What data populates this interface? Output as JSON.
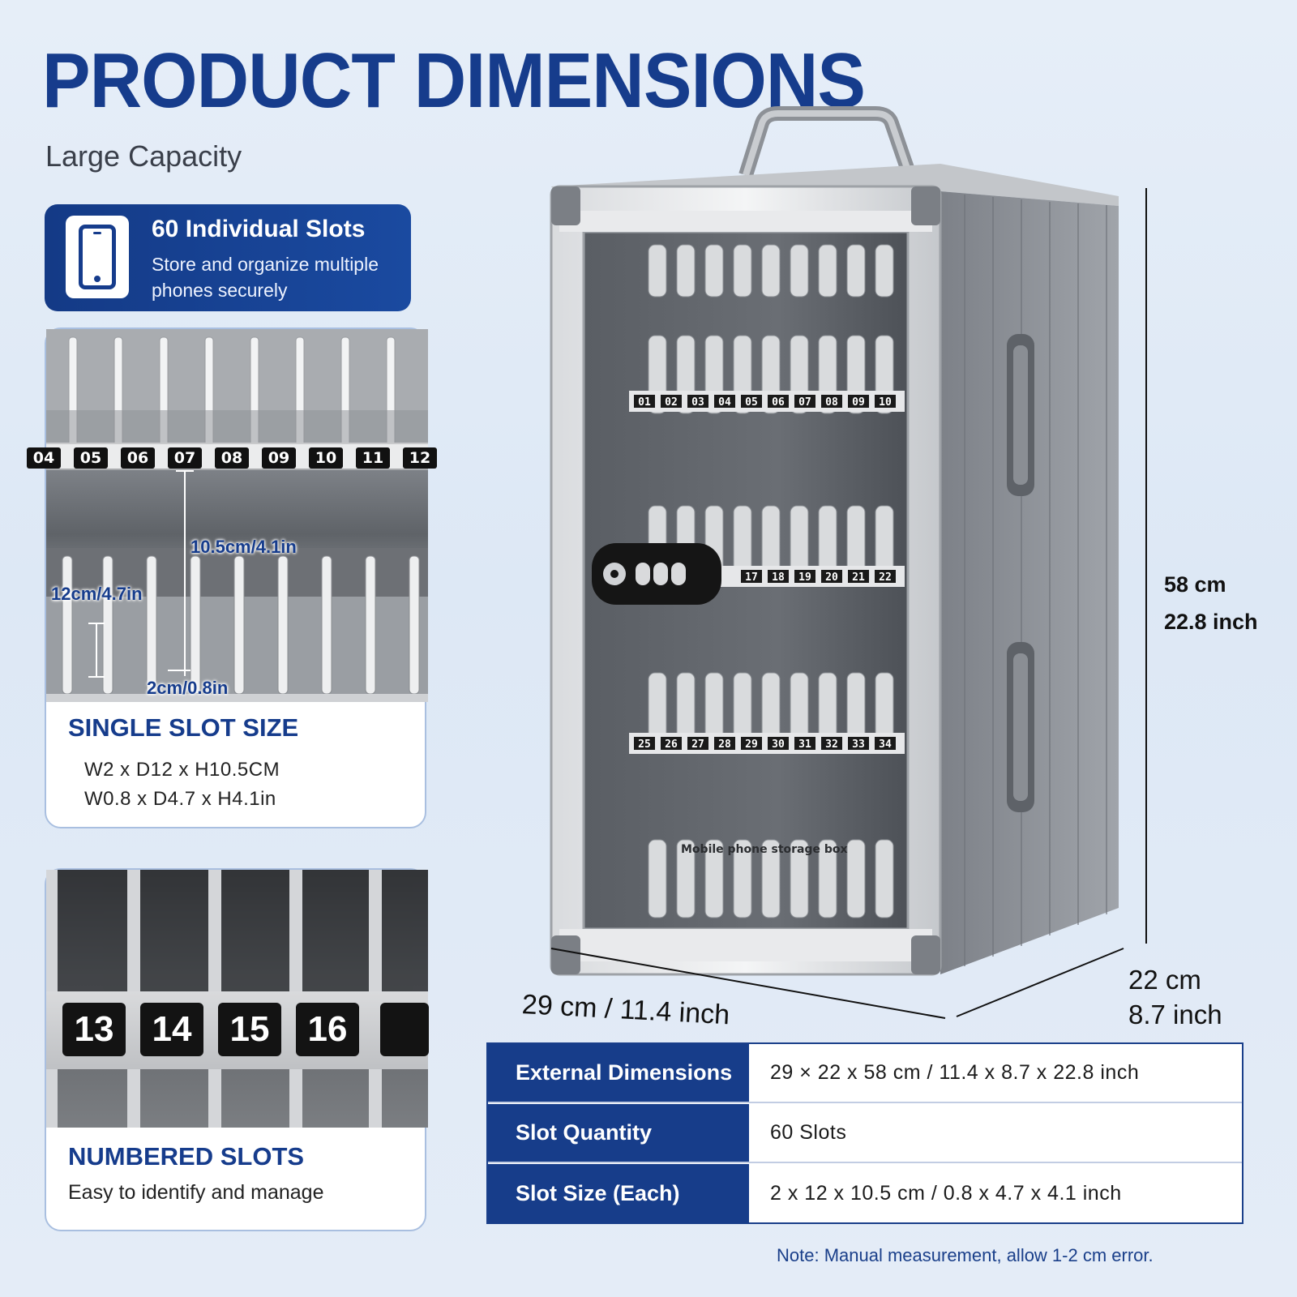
{
  "header": {
    "title": "PRODUCT DIMENSIONS",
    "subtitle": "Large Capacity"
  },
  "feature": {
    "icon": "phone-icon",
    "title": "60 Individual Slots",
    "description": "Store and organize multiple phones securely"
  },
  "slot_size": {
    "photo_numbers": [
      "04",
      "05",
      "06",
      "07",
      "08",
      "09",
      "10",
      "11",
      "12"
    ],
    "height_label": "10.5cm/4.1in",
    "depth_label": "12cm/4.7in",
    "width_label": "2cm/0.8in",
    "title": "SINGLE SLOT SIZE",
    "line_metric": "W2 x D12 x H10.5CM",
    "line_imperial": "W0.8 x D4.7 x H4.1in"
  },
  "numbered": {
    "photo_numbers": [
      "13",
      "14",
      "15",
      "16"
    ],
    "title": "NUMBERED SLOTS",
    "description": "Easy to identify and manage"
  },
  "cabinet": {
    "row1_numbers": [
      "01",
      "02",
      "03",
      "04",
      "05",
      "06",
      "07",
      "08",
      "09",
      "10"
    ],
    "row2_numbers": [
      "17",
      "18",
      "19",
      "20",
      "21",
      "22"
    ],
    "row3_numbers": [
      "25",
      "26",
      "27",
      "28",
      "29",
      "30",
      "31",
      "32",
      "33",
      "34"
    ],
    "door_label": "Mobile phone storage box"
  },
  "dimensions": {
    "height_cm": "58 cm",
    "height_in": "22.8 inch",
    "width": "29 cm / 11.4 inch",
    "depth_cm": "22 cm",
    "depth_in": "8.7 inch"
  },
  "specs": [
    {
      "label": "External Dimensions",
      "value": "29 × 22 x 58 cm / 11.4 x 8.7 x 22.8 inch"
    },
    {
      "label": "Slot Quantity",
      "value": "60 Slots"
    },
    {
      "label": "Slot Size (Each)",
      "value": "2 x 12 x 10.5 cm / 0.8 x 4.7 x 4.1 inch"
    }
  ],
  "note": "Note: Manual measurement, allow 1-2 cm error.",
  "colors": {
    "brand_blue": "#163c8c",
    "background": "#e3ebf6"
  }
}
